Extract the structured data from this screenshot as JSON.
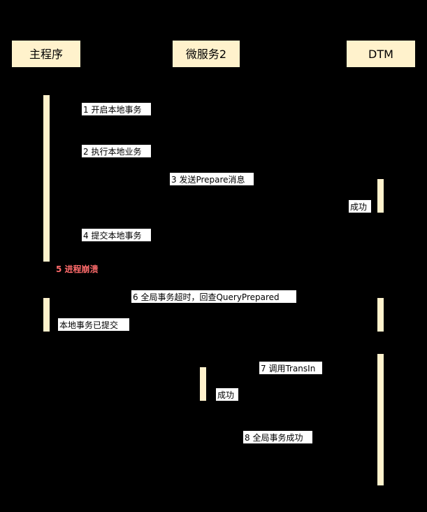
{
  "participants": {
    "main": "主程序",
    "svc": "微服务2",
    "dtm": "DTM"
  },
  "messages": {
    "m1": "1 开启本地事务",
    "m2": "2 执行本地业务",
    "m3": "3 发送Prepare消息",
    "r3": "成功",
    "m4": "4 提交本地事务",
    "m5": "5 进程崩溃",
    "m6": "6 全局事务超时，回查QueryPrepared",
    "r6": "本地事务已提交",
    "m7": "7 调用TransIn",
    "r7": "成功",
    "m8": "8 全局事务成功"
  },
  "colors": {
    "background": "#000000",
    "actor_fill": "#fff2cc",
    "activation_fill": "#fff2cc",
    "label_bg": "#ffffff",
    "warning_text": "#ff6b6b"
  }
}
